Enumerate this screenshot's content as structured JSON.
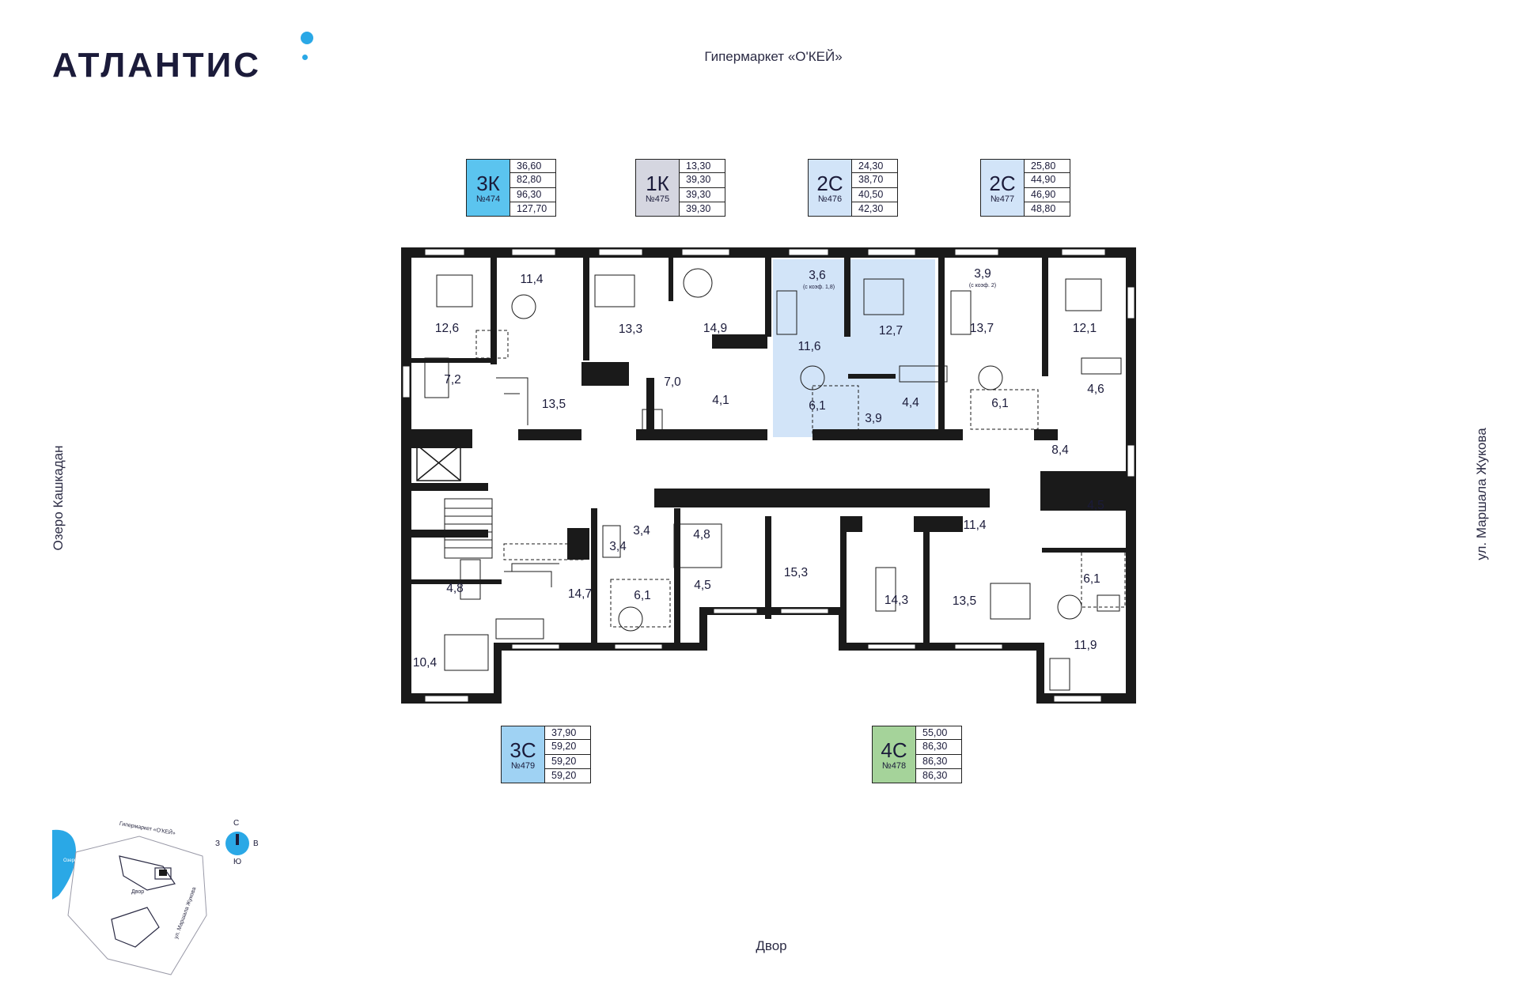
{
  "brand": {
    "name": "АТЛАНТИС"
  },
  "labels": {
    "top": "Гипермаркет «О'КЕЙ»",
    "bottom": "Двор",
    "left": "Озеро Кашкадан",
    "right": "ул. Маршала Жукова"
  },
  "apartments": [
    {
      "type": "3К",
      "number": "№474",
      "color": "#5bc4ef",
      "areas": [
        "36,60",
        "82,80",
        "96,30",
        "127,70"
      ]
    },
    {
      "type": "1К",
      "number": "№475",
      "color": "#d5d6e0",
      "areas": [
        "13,30",
        "39,30",
        "39,30",
        "39,30"
      ]
    },
    {
      "type": "2С",
      "number": "№476",
      "color": "#d2e4f8",
      "areas": [
        "24,30",
        "38,70",
        "40,50",
        "42,30"
      ]
    },
    {
      "type": "2С",
      "number": "№477",
      "color": "#d2e4f8",
      "areas": [
        "25,80",
        "44,90",
        "46,90",
        "48,80"
      ]
    },
    {
      "type": "3С",
      "number": "№479",
      "color": "#9fd2f3",
      "areas": [
        "37,90",
        "59,20",
        "59,20",
        "59,20"
      ]
    },
    {
      "type": "4С",
      "number": "№478",
      "color": "#a5d39a",
      "areas": [
        "55,00",
        "86,30",
        "86,30",
        "86,30"
      ]
    }
  ],
  "rooms": {
    "r12_6": "12,6",
    "r11_4a": "11,4",
    "r13_3": "13,3",
    "r14_9": "14,9",
    "r3_6": "3,6",
    "r3_6note": "(с коэф. 1,8)",
    "r11_6": "11,6",
    "r12_7": "12,7",
    "r3_9a": "3,9",
    "r3_9note": "(с коэф. 2)",
    "r13_7": "13,7",
    "r12_1": "12,1",
    "r7_2": "7,2",
    "r13_5a": "13,5",
    "r7_0": "7,0",
    "r4_1": "4,1",
    "r6_1a": "6,1",
    "r3_9b": "3,9",
    "r4_4": "4,4",
    "r6_1b": "6,1",
    "r4_6": "4,6",
    "r8_4": "8,4",
    "r4_5a": "4,5",
    "r11_4b": "11,4",
    "r3_4a": "3,4",
    "r3_4b": "3,4",
    "r4_8a": "4,8",
    "r15_3": "15,3",
    "r4_8b": "4,8",
    "r14_7": "14,7",
    "r6_1c": "6,1",
    "r4_5b": "4,5",
    "r14_3": "14,3",
    "r13_5b": "13,5",
    "r6_1d": "6,1",
    "r10_4": "10,4",
    "r11_9": "11,9"
  },
  "minimap": {
    "top": "Гипермаркет «О'КЕЙ»",
    "lake": "Озеро Кашкадан",
    "yard": "Двор",
    "street": "ул. Маршала Жукова"
  },
  "compass": {
    "n": "С",
    "s": "Ю",
    "w": "З",
    "e": "В"
  }
}
